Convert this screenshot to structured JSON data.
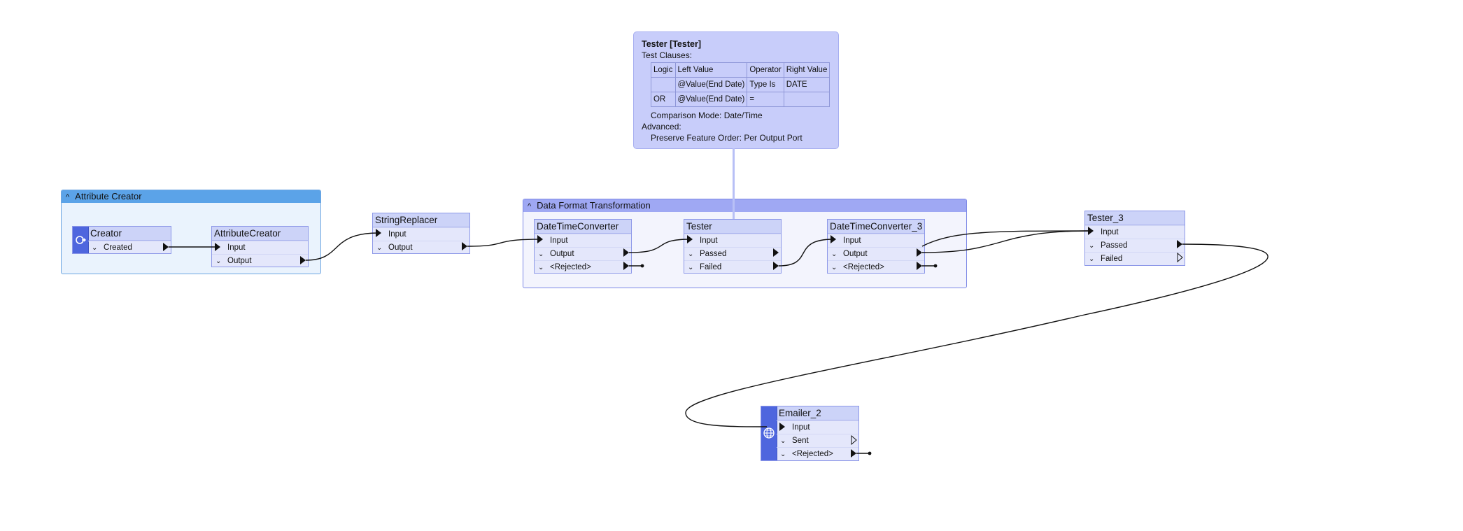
{
  "bookmarks": {
    "attribute_creator": {
      "title": "Attribute Creator"
    },
    "data_format": {
      "title": "Data Format Transformation"
    }
  },
  "annotation": {
    "title": "Tester [Tester]",
    "test_clauses_label": "Test Clauses:",
    "table": {
      "headers": [
        "Logic",
        "Left Value",
        "Operator",
        "Right Value"
      ],
      "rows": [
        [
          "",
          "@Value(End Date)",
          "Type Is",
          "DATE"
        ],
        [
          "OR",
          "@Value(End Date)",
          "=",
          ""
        ]
      ]
    },
    "comparison_mode": "Comparison Mode: Date/Time",
    "advanced_label": "Advanced:",
    "preserve_order": "Preserve Feature Order: Per Output Port"
  },
  "transformers": {
    "creator": {
      "title": "Creator",
      "ports": [
        "Created"
      ]
    },
    "attribute_creator": {
      "title": "AttributeCreator",
      "ports": [
        "Input",
        "Output"
      ]
    },
    "string_replacer": {
      "title": "StringReplacer",
      "ports": [
        "Input",
        "Output"
      ]
    },
    "datetime_converter": {
      "title": "DateTimeConverter",
      "ports": [
        "Input",
        "Output",
        "<Rejected>"
      ]
    },
    "tester": {
      "title": "Tester",
      "ports": [
        "Input",
        "Passed",
        "Failed"
      ]
    },
    "datetime_converter_3": {
      "title": "DateTimeConverter_3",
      "ports": [
        "Input",
        "Output",
        "<Rejected>"
      ]
    },
    "tester_3": {
      "title": "Tester_3",
      "ports": [
        "Input",
        "Passed",
        "Failed"
      ]
    },
    "emailer_2": {
      "title": "Emailer_2",
      "ports": [
        "Input",
        "Sent",
        "<Rejected>"
      ]
    }
  },
  "icons": {
    "creator": "creator-icon",
    "emailer": "globe-icon",
    "port_out": "arrow-right-icon",
    "port_in": "arrow-right-icon",
    "expand": "chevron-down-icon",
    "collapse": "chevron-up-icon"
  },
  "colors": {
    "transformer_body": "#e4e7fb",
    "transformer_title": "#ccd3f8",
    "bookmark_blue": "#5ba3e8",
    "bookmark_purple": "#9fa8f3",
    "annotation": "#c8cdfa",
    "icon_blue": "#4e66de"
  }
}
